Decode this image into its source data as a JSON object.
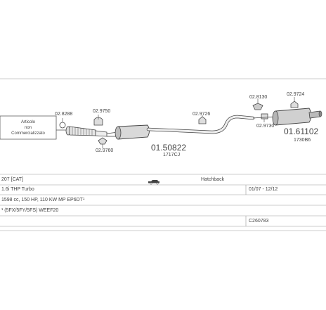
{
  "diagram": {
    "note_box": {
      "lines": [
        "Articolo",
        "non",
        "Commercializzato"
      ]
    },
    "parts": [
      {
        "code": "02.8288"
      },
      {
        "code": "02.9750"
      },
      {
        "code": "02.9760"
      },
      {
        "code": "01.50822",
        "sub": "1717CJ"
      },
      {
        "code": "02.9726"
      },
      {
        "code": "02.8130"
      },
      {
        "code": "02.9730"
      },
      {
        "code": "02.9724"
      },
      {
        "code": "01.61102",
        "sub": "1730B6"
      }
    ]
  },
  "table": {
    "model": "207 [CAT]",
    "body_type": "Hatchback",
    "engine": "1.6i THP Turbo",
    "date_range": "01/07 - 12/12",
    "specs": "1598 cc, 150 HP, 110 KW MP EP6DT¹",
    "engine_codes": "¹ (5FX/5FY/5FS) WEEF20",
    "catalog_code": "C260783"
  }
}
